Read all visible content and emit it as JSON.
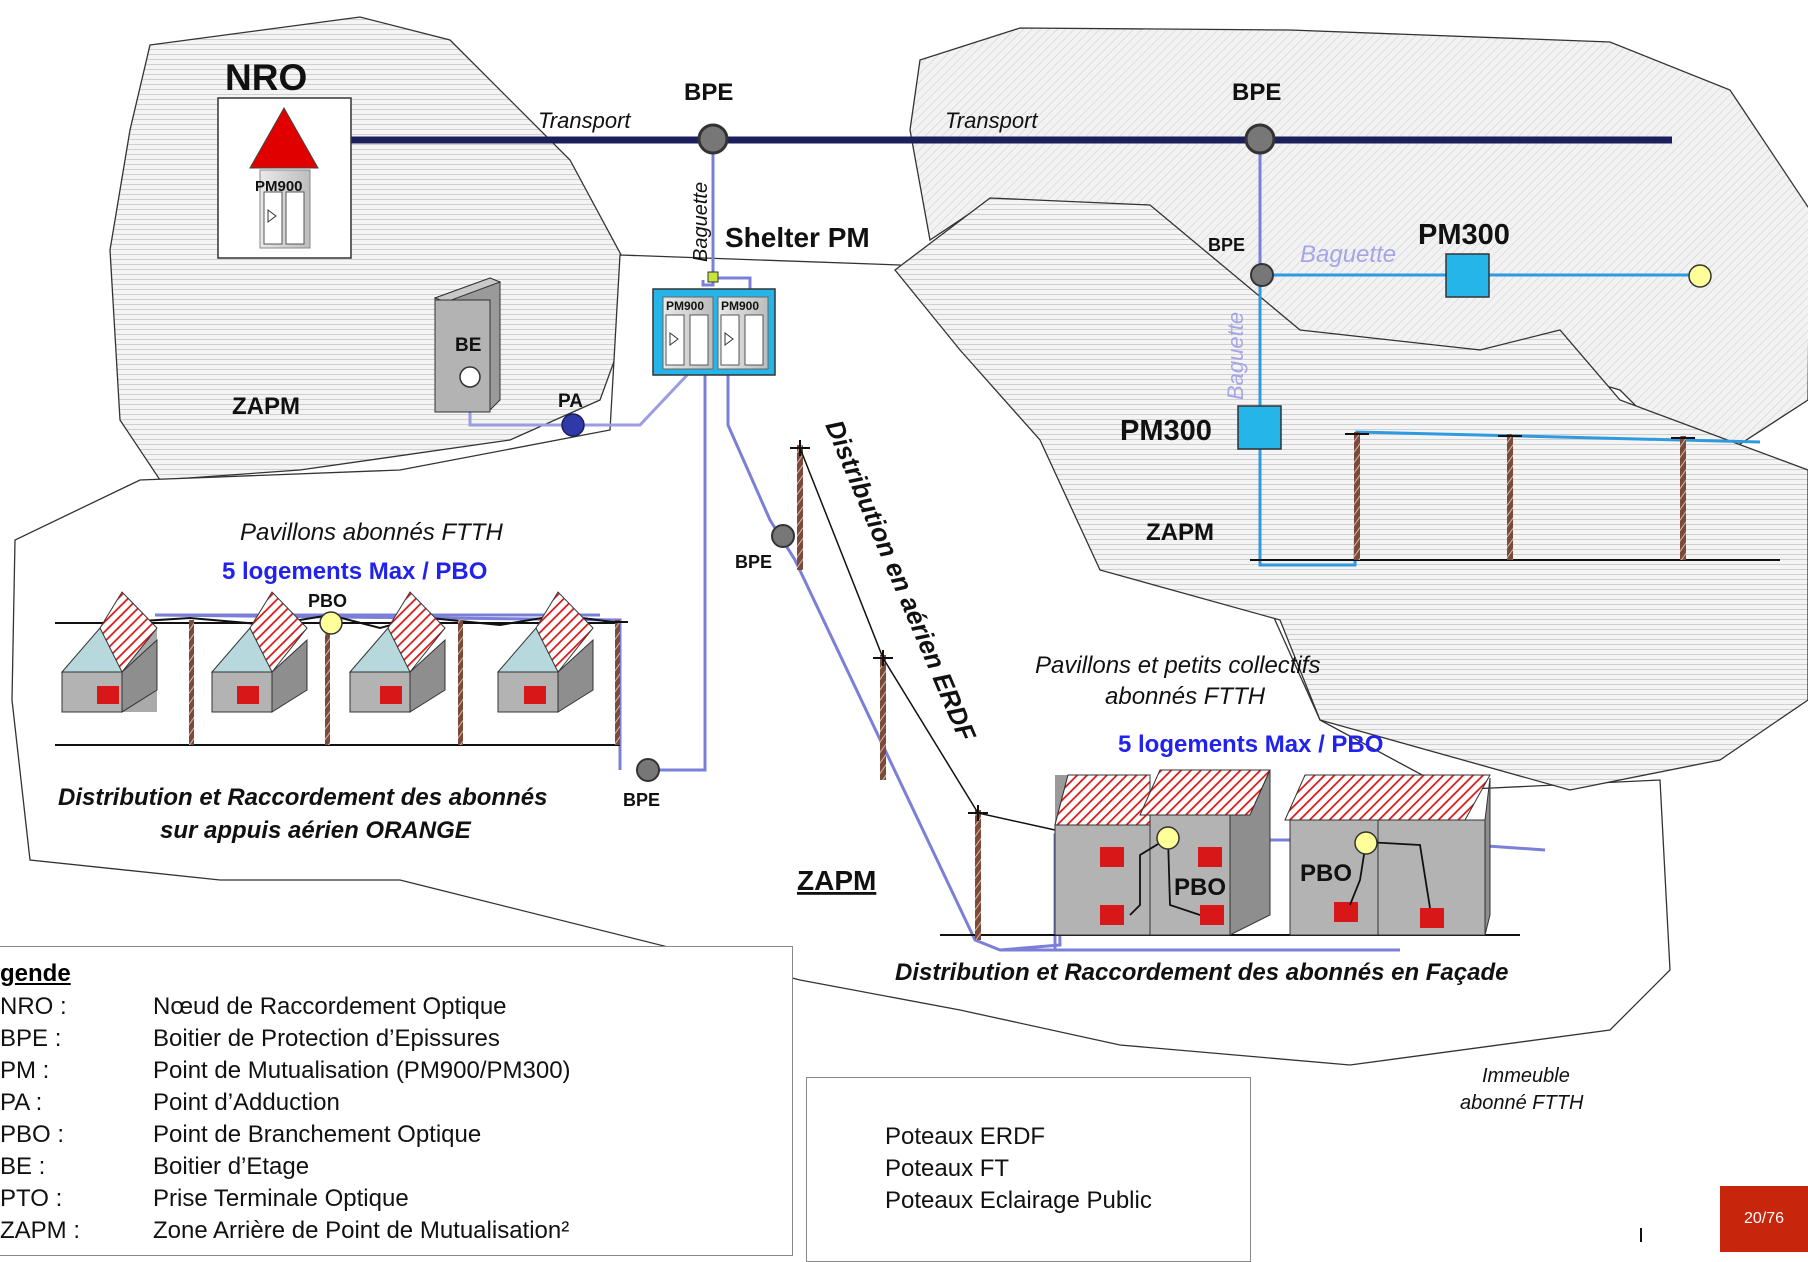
{
  "nodes": {
    "nro": "NRO",
    "bpe_top_left": "BPE",
    "bpe_top_right": "BPE",
    "bpe_small": "BPE",
    "bpe_mid": "BPE",
    "bpe_bottom": "BPE",
    "pm900_nro": "PM900",
    "pm900_a": "PM900",
    "pm900_b": "PM900",
    "shelter_pm": "Shelter PM",
    "pm300_top": "PM300",
    "pm300_mid": "PM300",
    "be": "BE",
    "pa": "PA",
    "pbo_left": "PBO",
    "pbo_right_1": "PBO",
    "pbo_right_2": "PBO"
  },
  "links": {
    "transport_1": "Transport",
    "transport_2": "Transport",
    "baguette_vertical_1": "Baguette",
    "baguette_horizontal": "Baguette",
    "baguette_vertical_2": "Baguette",
    "distribution_aerien": "Distribution en aérien ERDF"
  },
  "zones": {
    "zapm_1": "ZAPM",
    "zapm_2": "ZAPM",
    "zapm_3": "ZAPM"
  },
  "captions": {
    "pavillons_left": "Pavillons abonnés FTTH",
    "logements_left": "5 logements Max / PBO",
    "raccord_orange_1": "Distribution et Raccordement des abonnés",
    "raccord_orange_2": "sur appuis aérien ORANGE",
    "pavillons_right_1": "Pavillons et petits collectifs",
    "pavillons_right_2": "abonnés FTTH",
    "logements_right": "5 logements Max / PBO",
    "raccord_facade": "Distribution et Raccordement des abonnés en Façade",
    "immeuble_1": "Immeuble",
    "immeuble_2": "abonné FTTH"
  },
  "legend": {
    "title": "gende",
    "items": [
      {
        "abbr": "NRO :",
        "desc": "Nœud de Raccordement Optique"
      },
      {
        "abbr": "BPE :",
        "desc": "Boitier de Protection d’Epissures"
      },
      {
        "abbr": "PM :",
        "desc": "Point de Mutualisation (PM900/PM300)"
      },
      {
        "abbr": "PA :",
        "desc": "Point d’Adduction"
      },
      {
        "abbr": "PBO :",
        "desc": "Point de Branchement Optique"
      },
      {
        "abbr": "BE :",
        "desc": "Boitier d’Etage"
      },
      {
        "abbr": "PTO :",
        "desc": "Prise Terminale Optique"
      },
      {
        "abbr": "ZAPM :",
        "desc": "Zone Arrière de Point de Mutualisation²"
      }
    ]
  },
  "poles_legend": {
    "items": [
      "Poteaux ERDF",
      "Poteaux FT",
      "Poteaux Eclairage Public"
    ]
  },
  "footer": {
    "page": "20/76"
  },
  "colors": {
    "transport": "#1b1f5c",
    "baguette": "#7b7fd8",
    "pm300_link": "#2f9ae0",
    "nro_triangle": "#e10000",
    "pm_box": "#25b5e8",
    "badge": "#c8250d",
    "logements": "#2222ee"
  }
}
